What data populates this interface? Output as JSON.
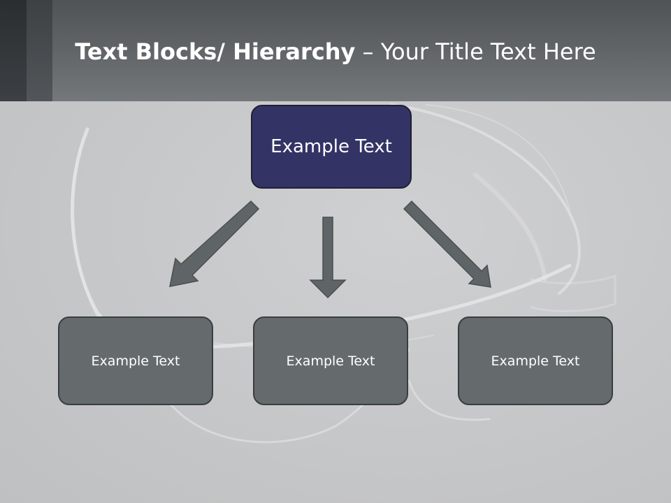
{
  "slide": {
    "title_bold": "Text Blocks/ Hierarchy",
    "title_separator": "–",
    "title_light": "Your Title Text Here"
  },
  "diagram": {
    "root": {
      "label": "Example Text"
    },
    "children": [
      {
        "label": "Example Text"
      },
      {
        "label": "Example Text"
      },
      {
        "label": "Example Text"
      }
    ]
  },
  "colors": {
    "root_fill": "#333366",
    "child_fill": "#656a6d",
    "arrow_fill": "#5f6467",
    "header_dark": "#4f5356"
  }
}
